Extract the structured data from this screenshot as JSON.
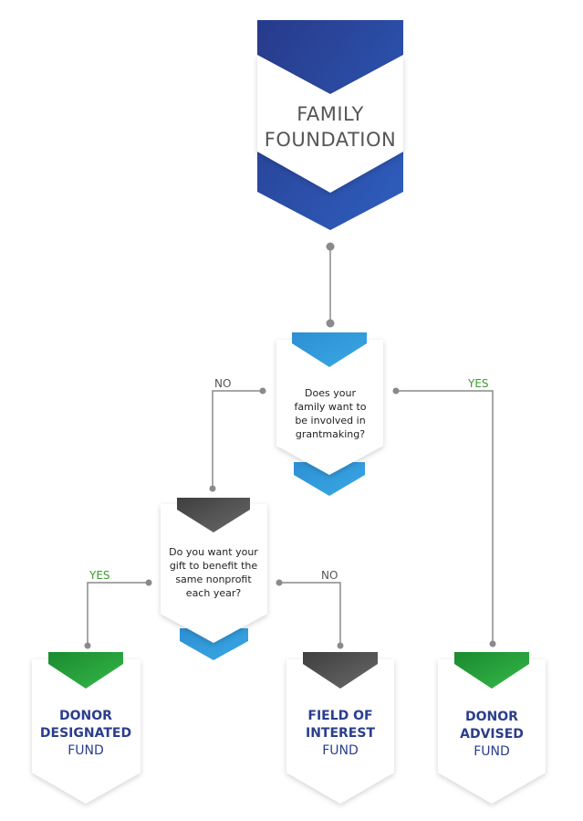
{
  "title": {
    "line1": "FAMILY",
    "line2": "FOUNDATION"
  },
  "question1": {
    "lines": [
      "Does your",
      "family want to",
      "be involved in",
      "grantmaking?"
    ],
    "no_label": "NO",
    "yes_label": "YES"
  },
  "question2": {
    "lines": [
      "Do you want your",
      "gift to benefit the",
      "same nonprofit",
      "each year?"
    ],
    "yes_label": "YES",
    "no_label": "NO"
  },
  "results": [
    {
      "line1": "DONOR",
      "line2": "DESIGNATED",
      "line3": "FUND",
      "color": "green"
    },
    {
      "line1": "FIELD OF",
      "line2": "INTEREST",
      "line3": "FUND",
      "color": "gray"
    },
    {
      "line1": "DONOR",
      "line2": "ADVISED",
      "line3": "FUND",
      "color": "green"
    }
  ],
  "colors": {
    "navy": "#2b3e8c",
    "blue": "#2f9ad6",
    "green": "#22a33a",
    "dark_gray": "#4d4d4d",
    "yes_green": "#3a9a2e",
    "no_gray": "#555555",
    "connector": "#8a8a8a"
  }
}
